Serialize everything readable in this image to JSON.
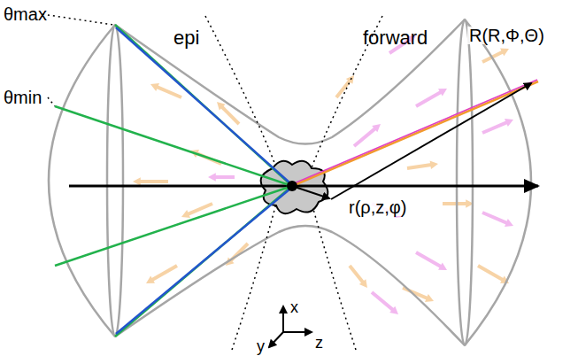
{
  "diagram": {
    "labels": [
      "θmax",
      "θmin",
      "epi",
      "forward",
      "R(R,Φ,Θ)",
      "r(ρ,z,φ)",
      "x",
      "y",
      "z"
    ]
  }
}
